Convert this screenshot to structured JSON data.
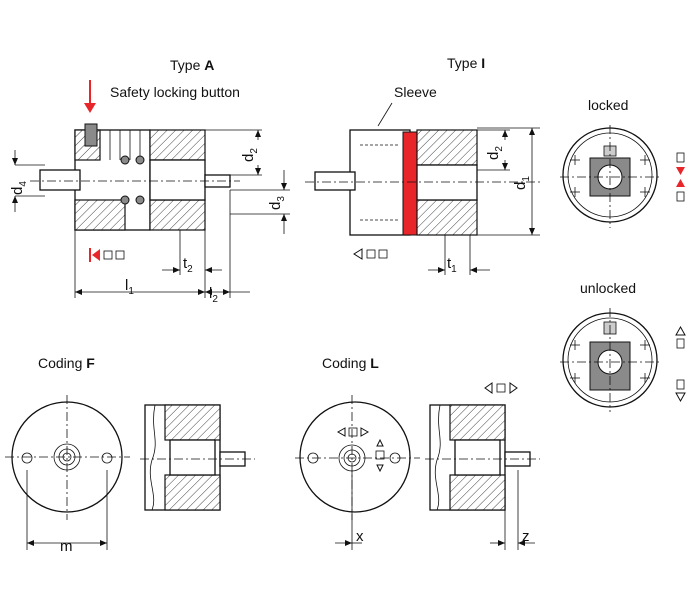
{
  "labels": {
    "type_a_prefix": "Type ",
    "type_a_letter": "A",
    "type_i_prefix": "Type ",
    "type_i_letter": "I",
    "safety_locking_button": "Safety locking button",
    "sleeve": "Sleeve",
    "locked": "locked",
    "unlocked": "unlocked",
    "coding_f_prefix": "Coding ",
    "coding_f_letter": "F",
    "coding_l_prefix": "Coding ",
    "coding_l_letter": "L"
  },
  "dimensions": {
    "d": "d",
    "l": "l",
    "t": "t",
    "one": "1",
    "two": "2",
    "three": "3",
    "four": "4",
    "m": "m",
    "x": "x",
    "z": "z"
  },
  "colors": {
    "accent_red": "#e8262a",
    "grey_fill": "#8a8a8a",
    "line": "#111111"
  },
  "icons": {
    "arrow_down": "red-arrow-down-icon",
    "push_direction": "triangle-arrow-icon"
  }
}
